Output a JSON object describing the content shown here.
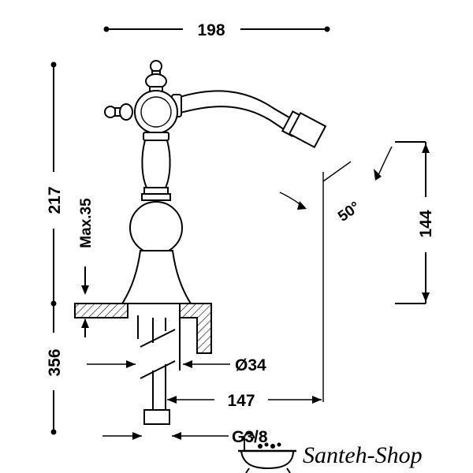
{
  "drawing": {
    "dimensions": {
      "width_top": "198",
      "height_total": "217",
      "deck_max": "Max.35",
      "below_deck": "356",
      "spout_height": "144",
      "spout_angle": "50°",
      "hole_diameter": "Ø34",
      "spout_reach": "147",
      "connection": "G3/8"
    }
  },
  "watermark": {
    "text": "Santeh-Shop"
  }
}
